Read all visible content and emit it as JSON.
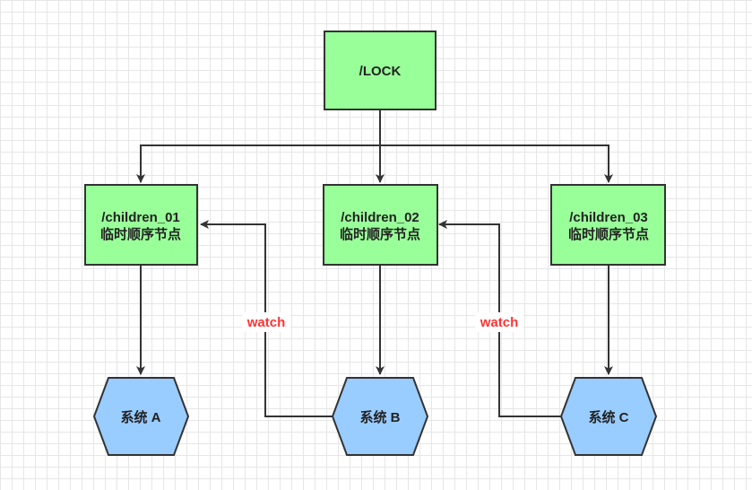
{
  "colors": {
    "rect_fill": "#99ff99",
    "hex_fill": "#99ccff",
    "stroke": "#333333",
    "watch_label": "#ff3333",
    "grid_background": "#ffffff"
  },
  "nodes": {
    "lock": {
      "label": "/LOCK"
    },
    "child_01": {
      "line1": "/children_01",
      "line2": "临时顺序节点"
    },
    "child_02": {
      "line1": "/children_02",
      "line2": "临时顺序节点"
    },
    "child_03": {
      "line1": "/children_03",
      "line2": "临时顺序节点"
    },
    "system_a": {
      "label": "系统 A"
    },
    "system_b": {
      "label": "系统 B"
    },
    "system_c": {
      "label": "系统 C"
    }
  },
  "edges": [
    {
      "from": "lock",
      "to": "child_01"
    },
    {
      "from": "lock",
      "to": "child_02"
    },
    {
      "from": "lock",
      "to": "child_03"
    },
    {
      "from": "child_01",
      "to": "system_a"
    },
    {
      "from": "child_02",
      "to": "system_b"
    },
    {
      "from": "child_03",
      "to": "system_c"
    },
    {
      "from": "system_b",
      "to": "child_01",
      "label": "watch"
    },
    {
      "from": "system_c",
      "to": "child_02",
      "label": "watch"
    }
  ],
  "watch_labels": [
    "watch",
    "watch"
  ]
}
